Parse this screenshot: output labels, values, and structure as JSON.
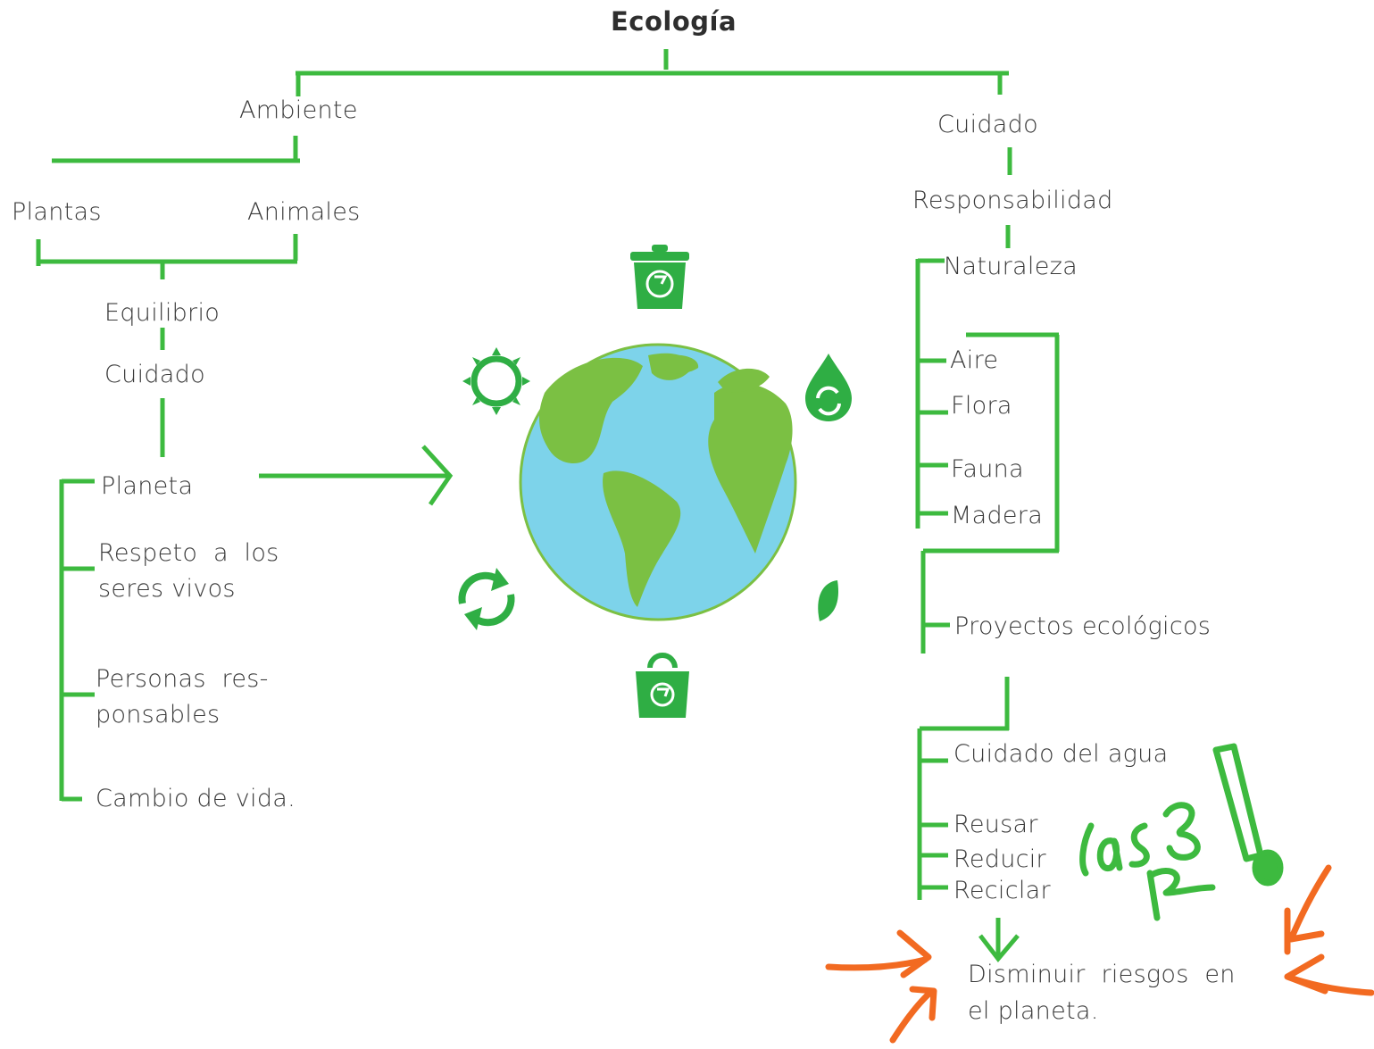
{
  "title": "Ecología",
  "left": {
    "ambiente": "Ambiente",
    "plantas": "Plantas",
    "animales": "Animales",
    "equilibrio": "Equilibrio",
    "cuidado": "Cuidado",
    "planeta": "Planeta",
    "respeto_1": "Respeto  a  los",
    "respeto_2": "seres vivos",
    "personas_1": "Personas  res-",
    "personas_2": "ponsables",
    "cambio": "Cambio de vida."
  },
  "right": {
    "cuidado": "Cuidado",
    "responsabilidad": "Responsabilidad",
    "naturaleza": "Naturaleza",
    "aire": "Aire",
    "flora": "Flora",
    "fauna": "Fauna",
    "madera": "Madera",
    "proyectos": "Proyectos ecológicos",
    "agua": "Cuidado del agua",
    "reusar": "Reusar",
    "reducir": "Reducir",
    "reciclar": "Reciclar",
    "disminuir_1": "Disminuir  riesgos  en",
    "disminuir_2": "el planeta."
  },
  "handwriting": {
    "line1": "Las 3",
    "line2": "R"
  },
  "colors": {
    "line": "#3dba3f",
    "icon": "#2fae44",
    "ocean": "#7dd3ea",
    "land": "#7bc043",
    "arrow_orange": "#f26a21",
    "text": "#3a3a3a"
  },
  "icons": [
    "recycle-bin-icon",
    "sun-icon",
    "water-drop-recycle-icon",
    "earth-globe-icon",
    "refresh-arrows-icon",
    "leaf-icon",
    "recycle-bag-icon"
  ]
}
